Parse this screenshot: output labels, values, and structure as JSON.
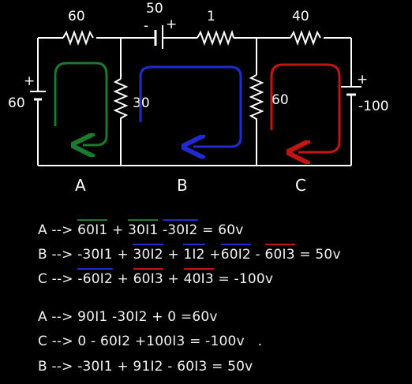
{
  "colors": {
    "loopA": "#1a7a2e",
    "loopB": "#1f2bd0",
    "loopC": "#c41414",
    "wire": "#ffffff",
    "background": "#000000"
  },
  "circuit": {
    "resistor_top_left": "60",
    "source_top_mid": "50",
    "source_top_mid_minus": "-",
    "source_top_mid_plus": "+",
    "resistor_top_mid": "1",
    "resistor_top_right": "40",
    "source_left": "60",
    "source_left_plus": "+",
    "resistor_center_left": "30",
    "resistor_center_right": "60",
    "source_right": "-100",
    "source_right_plus": "+",
    "loop_labels": [
      "A",
      "B",
      "C"
    ]
  },
  "equations": [
    {
      "prefix": "A --> ",
      "terms": [
        {
          "text": "60I1",
          "bar": "loopA"
        },
        {
          "text": " + ",
          "bar": ""
        },
        {
          "text": "30I1",
          "bar": "loopA"
        },
        {
          "text": " ",
          "bar": ""
        },
        {
          "text": "-30I2",
          "bar": "loopB"
        },
        {
          "text": " = 60v",
          "bar": ""
        }
      ]
    },
    {
      "prefix": "B --> ",
      "terms": [
        {
          "text": "-30I1",
          "bar": ""
        },
        {
          "text": " + ",
          "bar": ""
        },
        {
          "text": "30I2",
          "bar": "loopB"
        },
        {
          "text": " + ",
          "bar": ""
        },
        {
          "text": "1I2",
          "bar": "loopB"
        },
        {
          "text": " +",
          "bar": ""
        },
        {
          "text": "60I2",
          "bar": "loopB"
        },
        {
          "text": " - ",
          "bar": ""
        },
        {
          "text": "60I3",
          "bar": "loopC"
        },
        {
          "text": " = 50v",
          "bar": ""
        }
      ]
    },
    {
      "prefix": "C --> ",
      "terms": [
        {
          "text": "-60I2",
          "bar": "loopB"
        },
        {
          "text": " + ",
          "bar": ""
        },
        {
          "text": "60I3",
          "bar": "loopC"
        },
        {
          "text": " + ",
          "bar": ""
        },
        {
          "text": "40I3",
          "bar": "loopC"
        },
        {
          "text": " = -100v",
          "bar": ""
        }
      ]
    },
    {
      "prefix": "A --> ",
      "terms": [
        {
          "text": "90I1 -30I2 + 0 =60v",
          "bar": ""
        }
      ]
    },
    {
      "prefix": "C --> ",
      "terms": [
        {
          "text": "0 - 60I2 +100I3 = -100v   .",
          "bar": ""
        }
      ]
    },
    {
      "prefix": "B --> ",
      "terms": [
        {
          "text": "-30I1 + 91I2 - 60I3 = 50v",
          "bar": ""
        }
      ]
    }
  ]
}
